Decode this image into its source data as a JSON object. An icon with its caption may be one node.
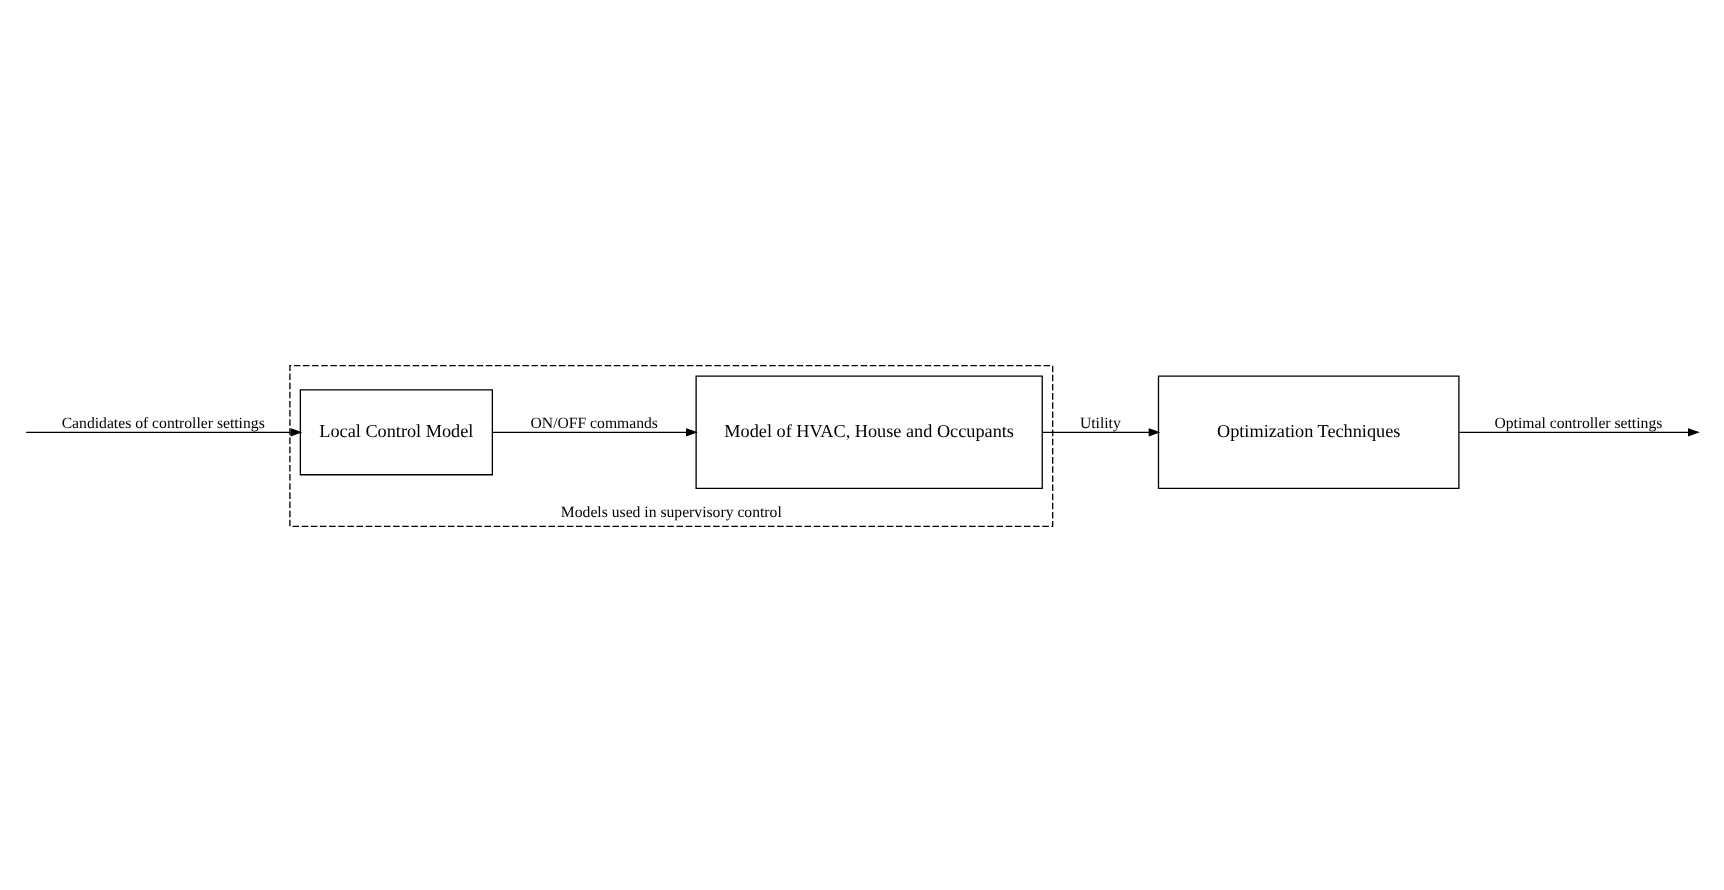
{
  "diagram": {
    "nodes": [
      {
        "text": [
          "Models used in supervisory control"
        ]
      },
      {
        "text": [
          "Local Control Model"
        ],
        "in": 0
      },
      {
        "text": [
          "Model of HVAC, House and Occupants"
        ],
        "in": 0
      },
      {
        "text": [
          "Optimization Techniques"
        ]
      }
    ],
    "edges": [
      {
        "from": null,
        "to": 1,
        "arrow": "to",
        "label": "Candidates of controller settings"
      },
      {
        "from": 1,
        "to": 2,
        "arrow": "to",
        "label": "ON/OFF commands"
      },
      {
        "from": 2,
        "to": 3,
        "arrow": "to",
        "label": "Utility"
      },
      {
        "from": 3,
        "to": null,
        "arrow": "to",
        "label": "Optimal controller settings"
      }
    ]
  }
}
